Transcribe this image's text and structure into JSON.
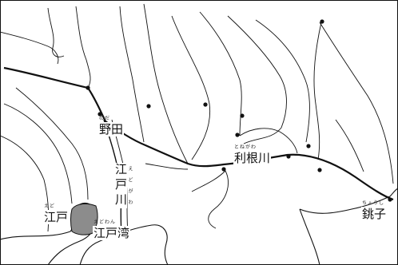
{
  "map": {
    "labels": {
      "noda": {
        "text": "野田",
        "ruby": "のだ"
      },
      "edogawa": {
        "text": "江戸川",
        "ruby": "えどがわ"
      },
      "tonegawa": {
        "text": "利根川",
        "ruby": "とねがわ"
      },
      "edo": {
        "text": "江戸",
        "ruby": "えど"
      },
      "edowan": {
        "text": "江戸湾",
        "ruby": "えどわん"
      },
      "choshi": {
        "text": "銚子",
        "ruby": "ちょうし"
      }
    },
    "colors": {
      "line": "#111111",
      "edo_fill": "#8c8c8c",
      "background": "#ffffff"
    }
  }
}
